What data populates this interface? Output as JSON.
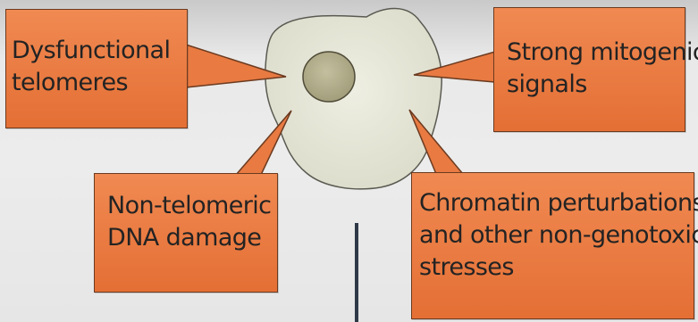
{
  "diagram": {
    "colors": {
      "box_fill": "#e87a42",
      "box_border": "#6b3a1f",
      "cell_fill": "#e7e7d8",
      "cell_outline": "#5a5a52",
      "nucleus_fill": "#b0ab8a",
      "arrow_line": "#2e3948"
    },
    "boxes": {
      "dysfunctional_telomeres": {
        "line1": "Dysfunctional",
        "line2": "telomeres"
      },
      "strong_mitogenic_signals": {
        "line1": "Strong mitogenic",
        "line2": "signals"
      },
      "non_telomeric_dna_damage": {
        "line1": "Non-telomeric",
        "line2": "DNA damage"
      },
      "chromatin_perturbations": {
        "line1": "Chromatin perturbations",
        "line2": "and other non-genotoxic",
        "line3": "stresses"
      }
    }
  }
}
